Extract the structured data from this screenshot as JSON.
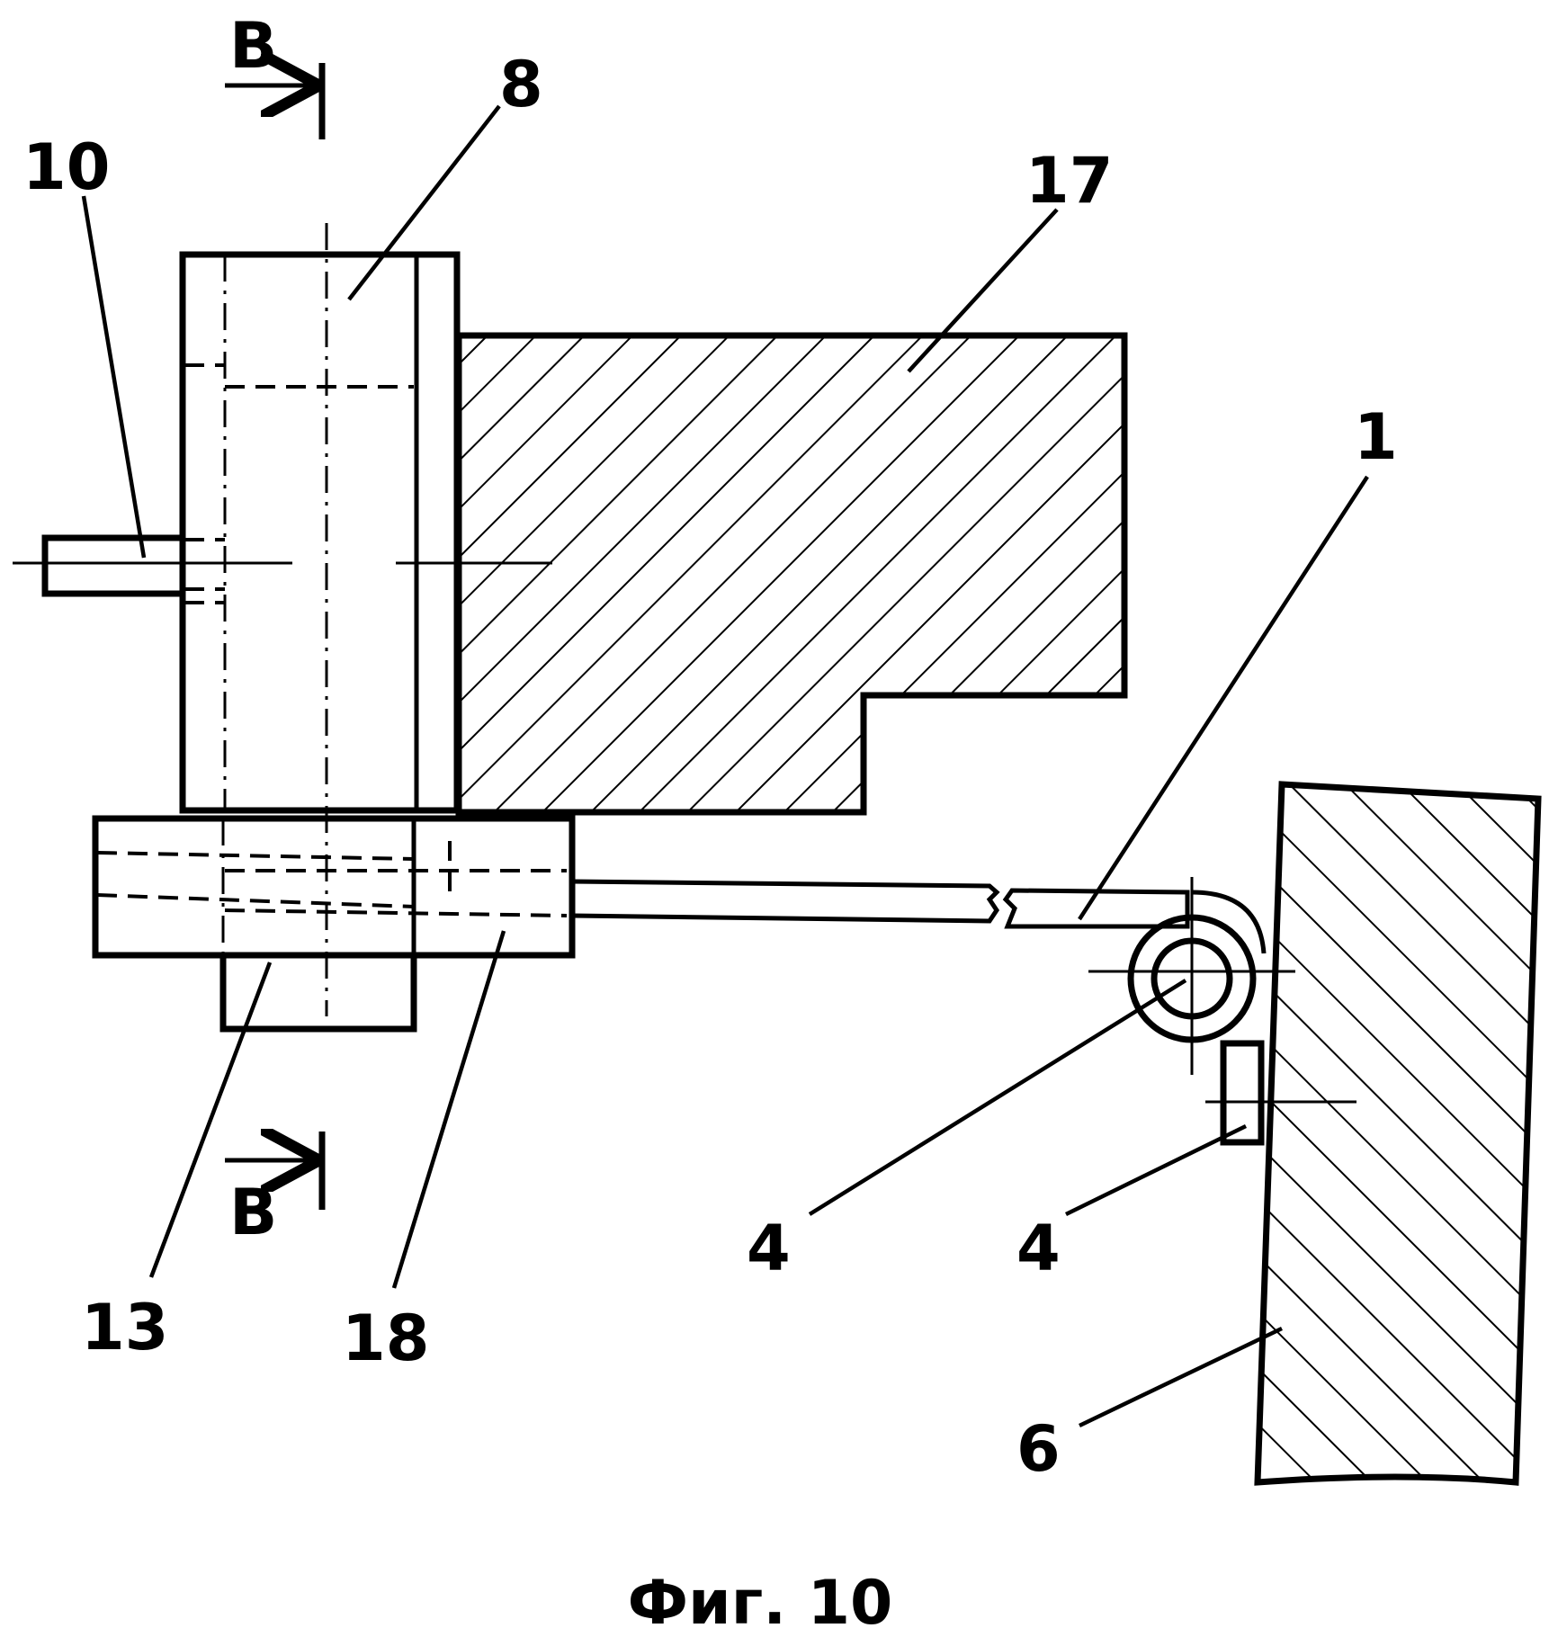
{
  "figure": {
    "caption": "Фиг. 10",
    "section_marks": [
      {
        "id": "section-mark-top",
        "letter": "В"
      },
      {
        "id": "section-mark-bottom",
        "letter": "В"
      }
    ],
    "labels": [
      {
        "id": "label-8",
        "text": "8"
      },
      {
        "id": "label-10",
        "text": "10"
      },
      {
        "id": "label-17",
        "text": "17"
      },
      {
        "id": "label-1",
        "text": "1"
      },
      {
        "id": "label-4a",
        "text": "4"
      },
      {
        "id": "label-4b",
        "text": "4"
      },
      {
        "id": "label-6",
        "text": "6"
      },
      {
        "id": "label-13",
        "text": "13"
      },
      {
        "id": "label-18",
        "text": "18"
      }
    ]
  }
}
